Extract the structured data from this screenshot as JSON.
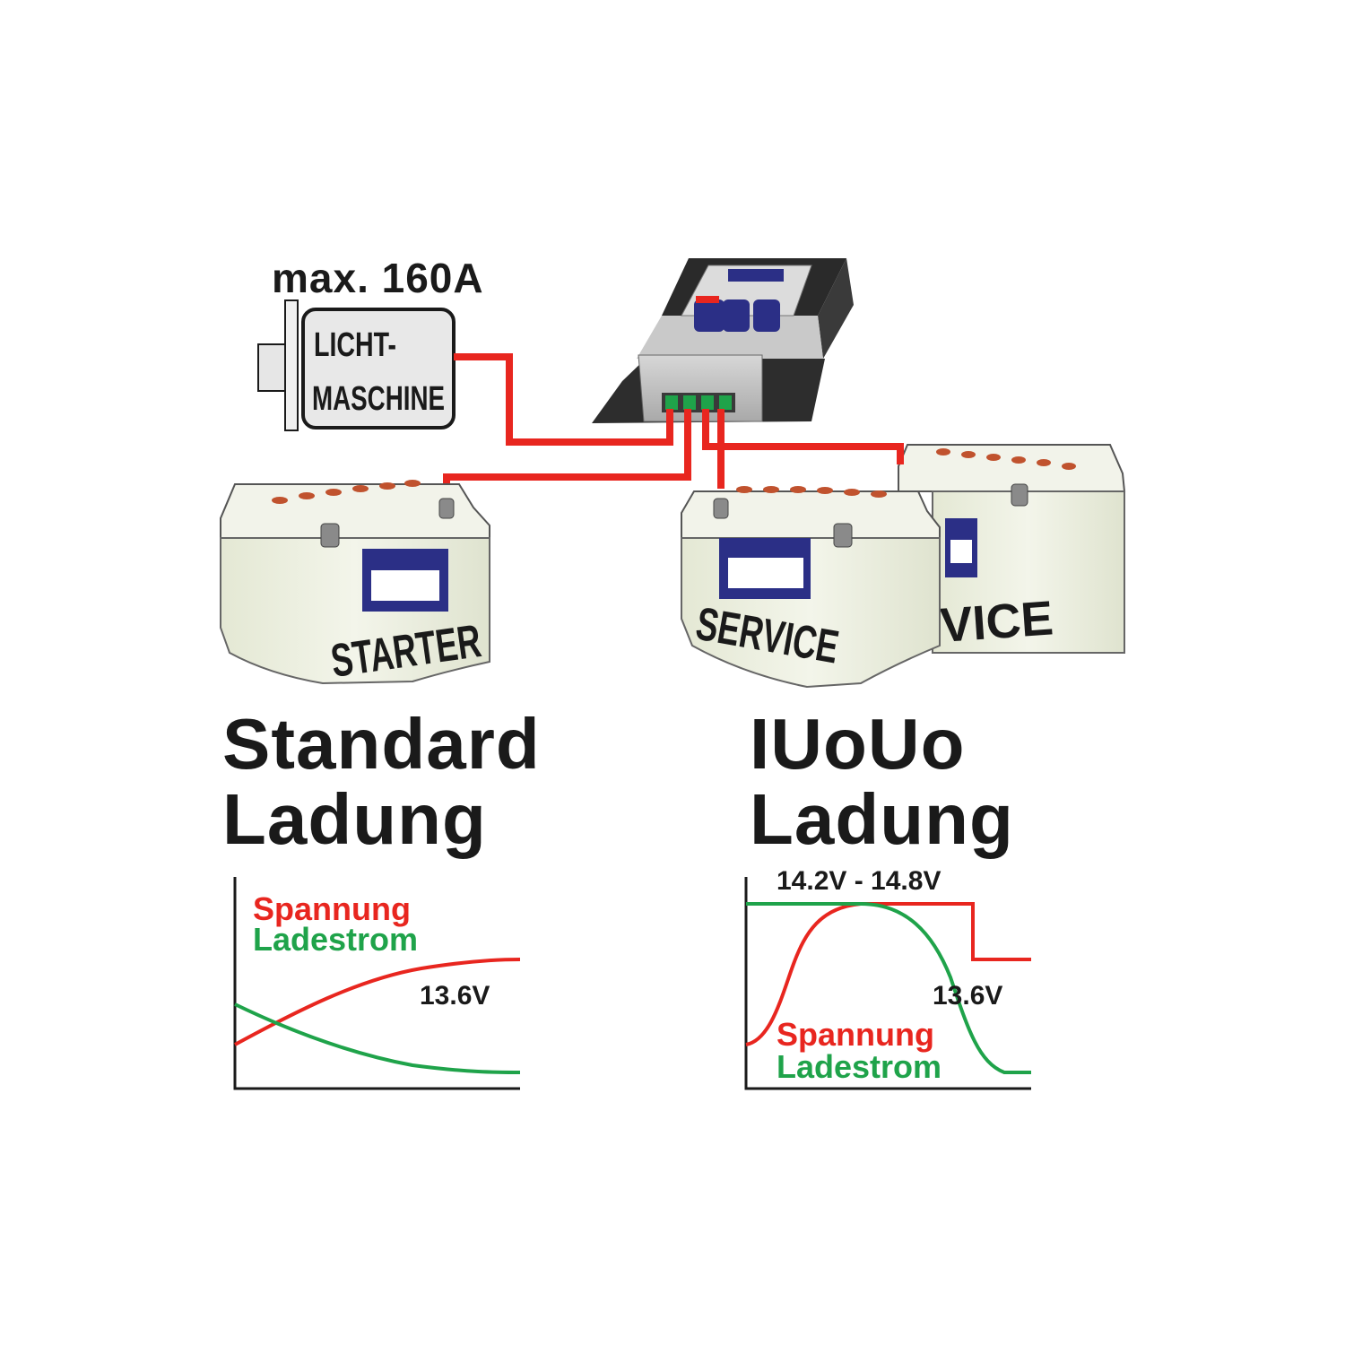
{
  "top_label": "max. 160A",
  "alternator": {
    "line1": "LICHT-",
    "line2": "MASCHINE"
  },
  "batteries": {
    "starter": "STARTER",
    "service_front": "SERVICE",
    "service_back": "VICE"
  },
  "sections": {
    "standard": {
      "line1": "Standard",
      "line2": "Ladung"
    },
    "iuouo": {
      "line1": "IUoUo",
      "line2": "Ladung"
    }
  },
  "graph_standard": {
    "legend_voltage": "Spannung",
    "legend_current": "Ladestrom",
    "end_voltage": "13.6V"
  },
  "graph_iuouo": {
    "range_label": "14.2V - 14.8V",
    "end_voltage": "13.6V",
    "legend_voltage": "Spannung",
    "legend_current": "Ladestrom"
  },
  "colors": {
    "voltage": "#e8261f",
    "current": "#1fa34a",
    "cable": "#e8261f",
    "text": "#1a1a1a",
    "battery_body": "#ecefe0",
    "battery_label": "#2b2f86"
  }
}
